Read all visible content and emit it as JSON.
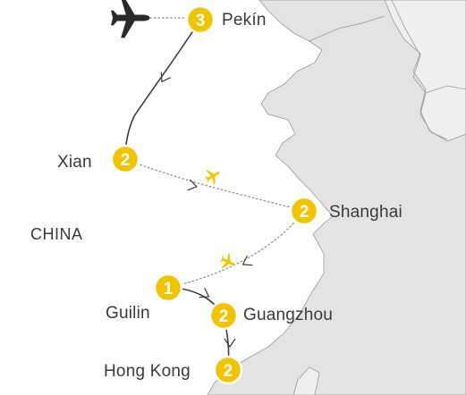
{
  "map": {
    "country_label": "CHINA",
    "colors": {
      "land": "#ffffff",
      "sea": "#e3e3e3",
      "neighbor": "#efefef",
      "border": "#9a9a9a",
      "stop_fill": "#f2c400",
      "stop_ring": "#ffffff",
      "stop_text": "#ffffff",
      "route_solid": "#3c3c3c",
      "route_dotted": "#8f8f8f",
      "plane_small": "#f2c400",
      "plane_large": "#2a2a2a",
      "label_text": "#3a3a3a"
    },
    "stops": [
      {
        "city": "Pekín",
        "nights": "3"
      },
      {
        "city": "Xian",
        "nights": "2"
      },
      {
        "city": "Shanghai",
        "nights": "2"
      },
      {
        "city": "Guilin",
        "nights": "1"
      },
      {
        "city": "Guangzhou",
        "nights": "2"
      },
      {
        "city": "Hong Kong",
        "nights": "2"
      }
    ],
    "icons": {
      "origin_plane": "plane-icon",
      "flight_plane": "plane-icon",
      "direction": "chevron-right-icon"
    }
  }
}
